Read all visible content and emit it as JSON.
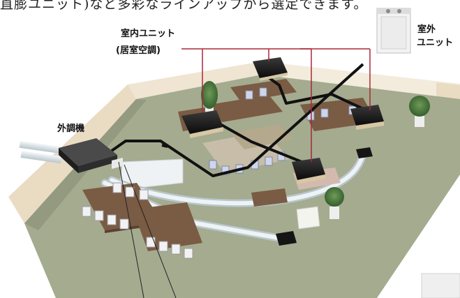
{
  "header": {
    "top_text": "直膨ユニット)など多彩なラインアップから選定できます。"
  },
  "labels": {
    "indoor_unit": "室内ユニット",
    "indoor_unit_sub": "(居室空調)",
    "outdoor_unit_line1": "室外",
    "outdoor_unit_line2": "ユニット",
    "external_ac": "外調機"
  },
  "colors": {
    "connector_lines": "#a8283a",
    "refrigerant_pipe": "#111111",
    "floor": "#a4ab8f",
    "wall": "#f1e8d6",
    "duct": "#dfe6e9",
    "table": "#7a5b43"
  }
}
